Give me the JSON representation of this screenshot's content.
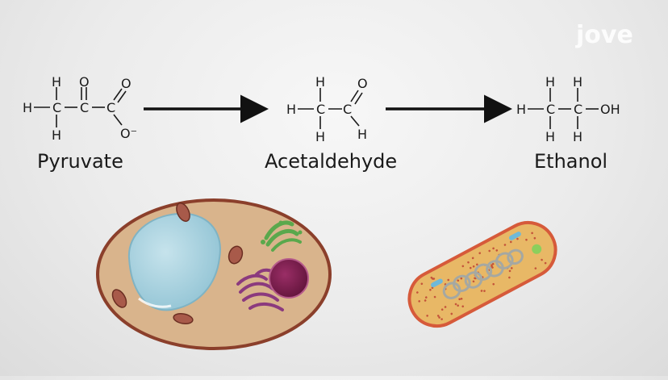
{
  "watermark": "jove",
  "labels": {
    "pyruvate": "Pyruvate",
    "acetaldehyde": "Acetaldehyde",
    "ethanol": "Ethanol"
  },
  "atoms": {
    "H": "H",
    "C": "C",
    "O": "O",
    "O_minus": "O⁻",
    "OH": "OH"
  },
  "colors": {
    "yeast_cytoplasm": "#d9b48c",
    "yeast_membrane": "#8b3f2b",
    "nucleus": "#a9d3df",
    "golgi": "#5aa84c",
    "er": "#8b3a7e",
    "vacuole": "#7a1d4f",
    "bacterium_cytoplasm": "#e8b866",
    "bacterium_membrane": "#d65a3a",
    "ribosome_dots": "#c4543a"
  }
}
